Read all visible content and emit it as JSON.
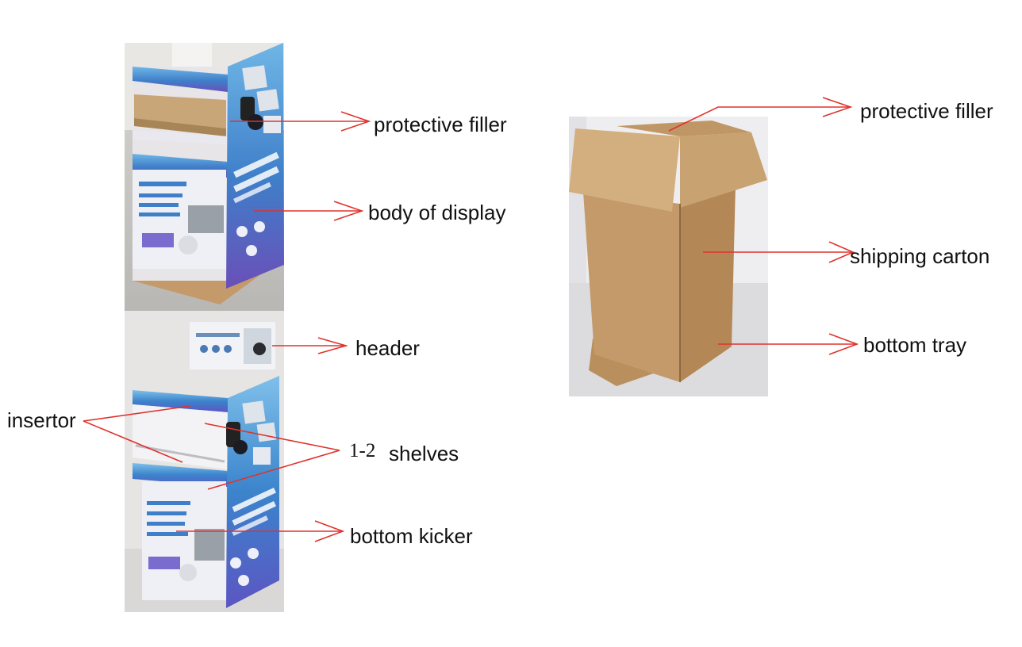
{
  "labels": {
    "protective_filler_left": "protective filler",
    "body_of_display": "body of display",
    "header": "header",
    "insertor": "insertor",
    "shelves_num": "1-2",
    "shelves": "shelves",
    "bottom_kicker": "bottom kicker",
    "protective_filler_right": "protective filler",
    "shipping_carton": "shipping carton",
    "bottom_tray": "bottom tray"
  },
  "colors": {
    "arrow": "#e0322d",
    "cardboard": "#c9a677",
    "display_blue": "#3f7fc9",
    "display_purple": "#6a4fb8"
  }
}
